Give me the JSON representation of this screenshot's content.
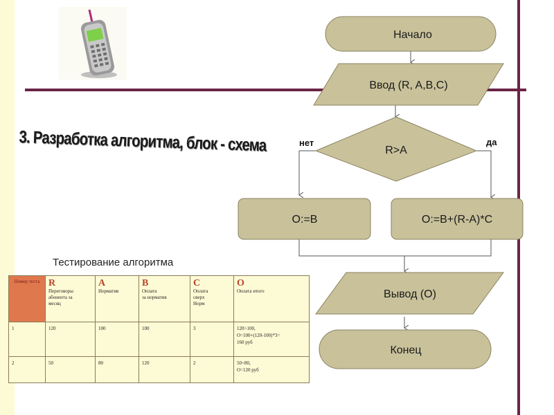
{
  "slide_title": "3. Разработка алгоритма,  блок - схема",
  "flowchart": {
    "start": "Начало",
    "input": "Ввод (R, A,B,C)",
    "condition": "R>A",
    "branch_no": "нет",
    "branch_yes": "да",
    "action_no": "O:=B",
    "action_yes": "O:=B+(R-A)*C",
    "output": "Вывод (O)",
    "end": "Конец"
  },
  "testing_title": "Тестирование алгоритма",
  "table": {
    "header_first": "Номер теста",
    "headers": [
      {
        "letter": "R",
        "desc": "Переговоры\nабонента за\nмесяц"
      },
      {
        "letter": "A",
        "desc": "Норматив"
      },
      {
        "letter": "B",
        "desc": "Оплата\n  за норматив"
      },
      {
        "letter": "C",
        "desc": "Оплата\n  сверх\nНорм"
      },
      {
        "letter": "O",
        "desc": "Оплата итого"
      }
    ],
    "rows": [
      [
        "1",
        "120",
        "100",
        "100",
        "3",
        "120>100,\nO=100+(120-100)*3=\n160 руб"
      ],
      [
        "2",
        "50",
        "80",
        "120",
        "2",
        "50<80,\n O=120 руб"
      ]
    ]
  },
  "colors": {
    "shape_fill": "#c8c19a",
    "shape_stroke": "#8a8260",
    "accent_line": "#6b2446",
    "sidebar": "#fdfbd5",
    "table_header_first": "#e0784e"
  }
}
